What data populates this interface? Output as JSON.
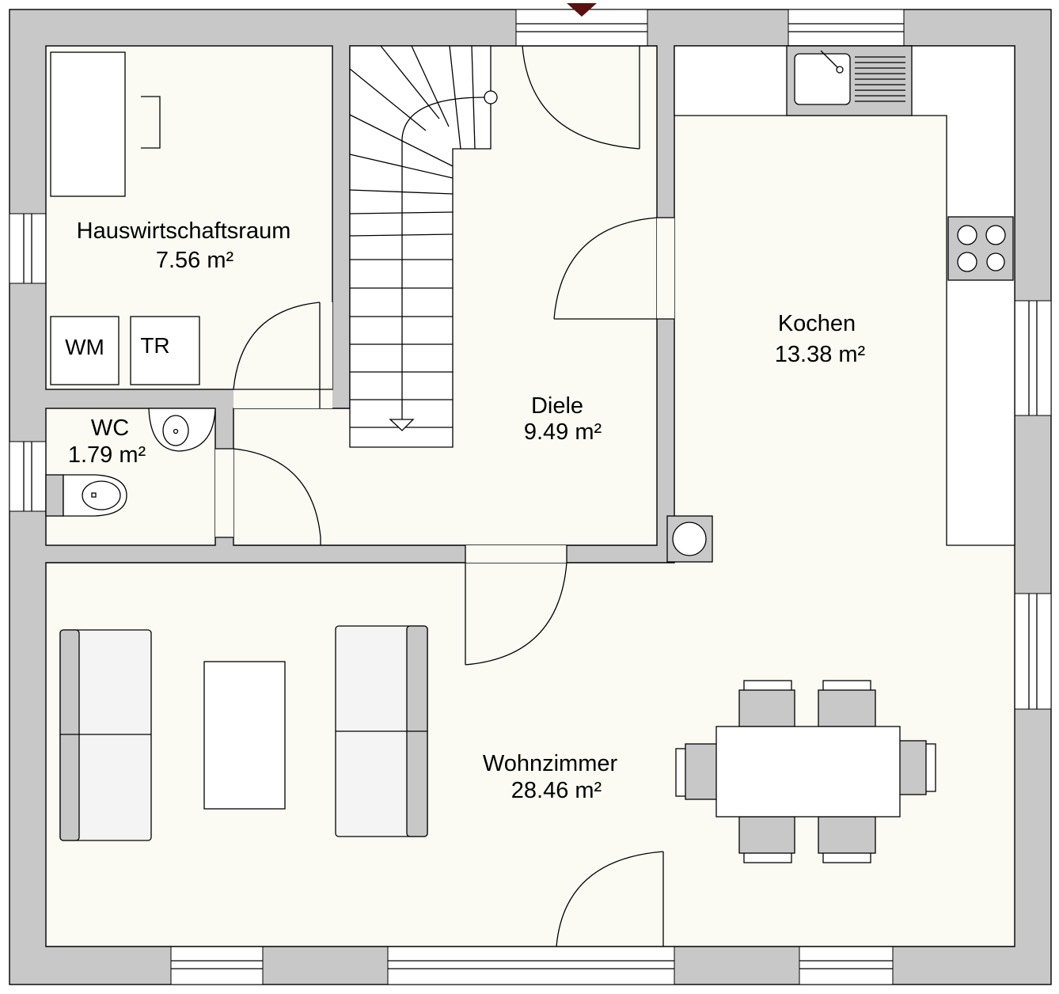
{
  "rooms": {
    "hauswirtschaftsraum": {
      "name": "Hauswirtschaftsraum",
      "area": "7.56 m²"
    },
    "wc": {
      "name": "WC",
      "area": "1.79 m²"
    },
    "diele": {
      "name": "Diele",
      "area": "9.49 m²"
    },
    "kochen": {
      "name": "Kochen",
      "area": "13.38 m²"
    },
    "wohnzimmer": {
      "name": "Wohnzimmer",
      "area": "28.46 m²"
    }
  },
  "appliances": {
    "washing_machine": "WM",
    "dryer": "TR"
  },
  "colors": {
    "wall": "#c8c8c8",
    "floor": "#fbfbf4",
    "entrance_marker": "#5a1010"
  }
}
